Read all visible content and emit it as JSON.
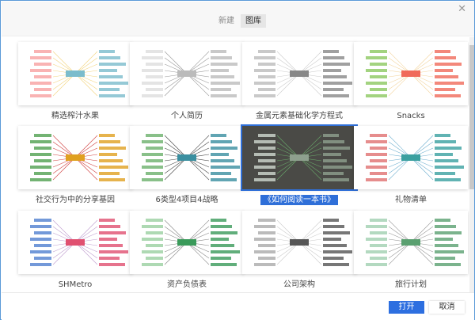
{
  "header": {
    "tabs": [
      {
        "label": "新建",
        "active": false
      },
      {
        "label": "图库",
        "active": true
      }
    ],
    "close_icon": "close-icon"
  },
  "templates": [
    {
      "label": "精选榨汁水果",
      "selected": false
    },
    {
      "label": "个人简历",
      "selected": false
    },
    {
      "label": "金属元素基础化学方程式",
      "selected": false
    },
    {
      "label": "Snacks",
      "selected": false
    },
    {
      "label": "社交行为中的分享基因",
      "selected": false
    },
    {
      "label": "6类型4项目4战略",
      "selected": false
    },
    {
      "label": "《如何阅读一本书》",
      "selected": true
    },
    {
      "label": "礼物清单",
      "selected": false
    },
    {
      "label": "SHMetro",
      "selected": false
    },
    {
      "label": "资产负债表",
      "selected": false
    },
    {
      "label": "公司架构",
      "selected": false
    },
    {
      "label": "旅行计划",
      "selected": false
    }
  ],
  "footer": {
    "open_label": "打开",
    "cancel_label": "取消"
  },
  "colors": {
    "accent": "#2d6fe0",
    "selected_bg": "#4a4a46"
  }
}
